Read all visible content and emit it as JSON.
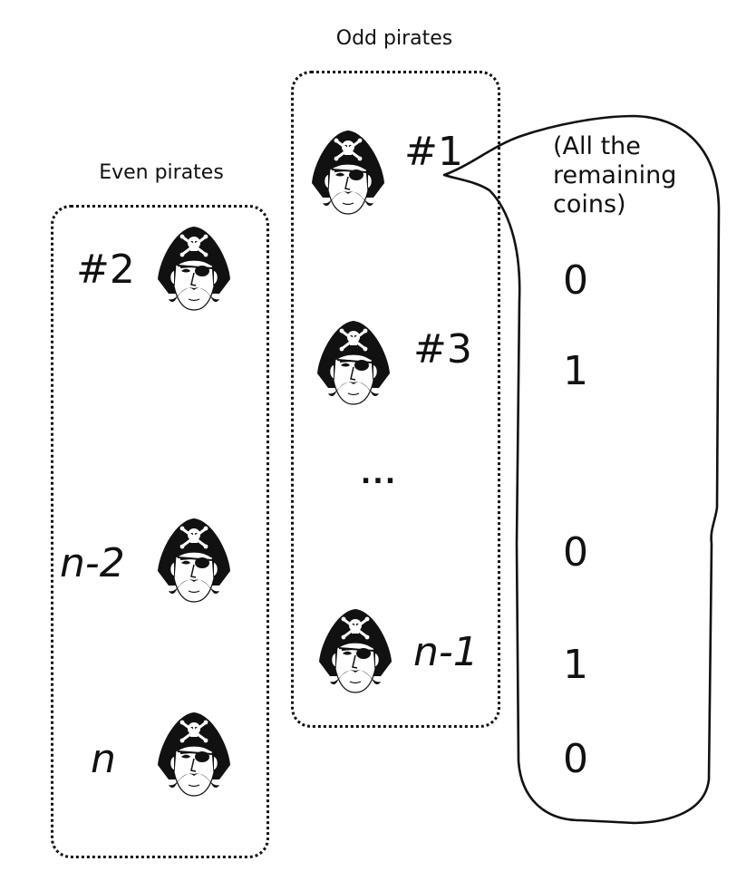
{
  "groups": {
    "odd": {
      "title": "Odd pirates",
      "members": [
        {
          "label": "#1",
          "italic": false
        },
        {
          "label": "#3",
          "italic": false
        },
        {
          "label": "n-1",
          "italic": true
        }
      ],
      "ellipsis": "..."
    },
    "even": {
      "title": "Even pirates",
      "members": [
        {
          "label": "#2",
          "italic": false
        },
        {
          "label": "n-2",
          "italic": true
        },
        {
          "label": "n",
          "italic": true
        }
      ]
    }
  },
  "bubble": {
    "header_lines": [
      "(All the",
      "remaining",
      "coins)"
    ],
    "coins": [
      "0",
      "1",
      "0",
      "1",
      "0"
    ]
  },
  "icons": {
    "pirate": "pirate-head-icon"
  }
}
